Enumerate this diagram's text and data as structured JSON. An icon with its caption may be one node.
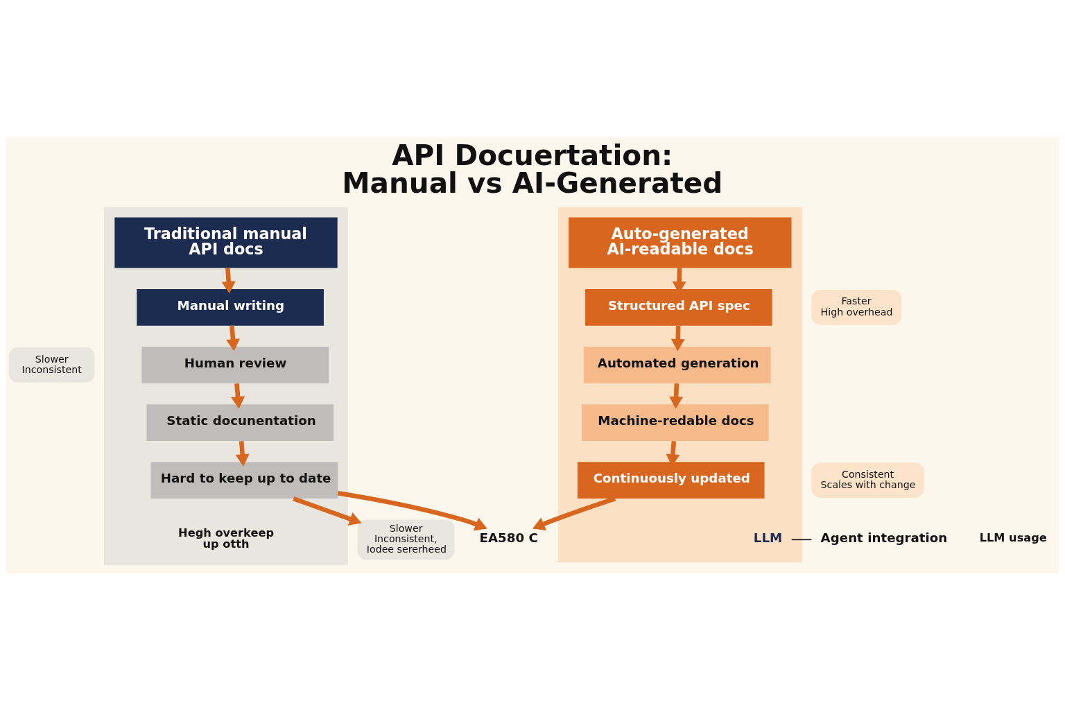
{
  "diagram": {
    "title": "API Docuertation: Manual vs AI-Generated",
    "nodes": [
      {
        "text": [],
        "shape": "box"
      },
      {
        "text": [
          "Traditional manual API docs"
        ],
        "in": 0
      },
      {
        "text": [
          "Manual writing"
        ],
        "in": 0
      },
      {
        "text": [
          "Human review"
        ],
        "in": 0
      },
      {
        "text": [
          "Static docunentation"
        ],
        "in": 0
      },
      {
        "text": [
          "Hard to keep up to date"
        ],
        "in": 0
      },
      {
        "text": [
          "Slower Inconsistent"
        ]
      },
      {
        "text": [],
        "shape": "box"
      },
      {
        "text": [
          "Auto-generated AI-readable docs"
        ],
        "in": 7
      },
      {
        "text": [
          "Structured API spec"
        ],
        "in": 7
      },
      {
        "text": [
          "Faster High overhead"
        ]
      },
      {
        "text": [
          "Automated generation"
        ],
        "in": 7
      },
      {
        "text": [
          "Machine-redable docs"
        ],
        "in": 7
      },
      {
        "text": [
          "Continuously updated"
        ],
        "in": 7
      },
      {
        "text": [
          "Consistent Scales with change"
        ]
      },
      {
        "text": [
          "LLM"
        ],
        "in": 7
      },
      {
        "text": [
          "Agent integration"
        ]
      },
      {
        "text": [
          "Slower Inconsistent, Iodee sererheed"
        ]
      },
      {
        "text": [
          "EA580 C"
        ]
      }
    ],
    "edges": [
      {
        "from": 1,
        "to": 2,
        "arrow": "to"
      },
      {
        "from": 2,
        "to": 3,
        "arrow": "to"
      },
      {
        "from": 3,
        "to": 4,
        "arrow": "to"
      },
      {
        "from": 4,
        "to": 5,
        "arrow": "to"
      },
      {
        "from": 5,
        "to": 17,
        "arrow": "to"
      },
      {
        "from": 5,
        "to": 18,
        "arrow": "to"
      },
      {
        "from": 8,
        "to": 9,
        "arrow": "to"
      },
      {
        "from": 9,
        "to": 11,
        "arrow": "to"
      },
      {
        "from": 11,
        "to": 12,
        "arrow": "to"
      },
      {
        "from": 12,
        "to": 13,
        "arrow": "to"
      },
      {
        "from": 13,
        "to": 18,
        "arrow": "to"
      },
      {
        "from": 15,
        "to": 16,
        "arrow": "none",
        "color": "#111111"
      }
    ],
    "labels": [
      "Hegh overkeep up otth",
      "LLM usage"
    ]
  }
}
